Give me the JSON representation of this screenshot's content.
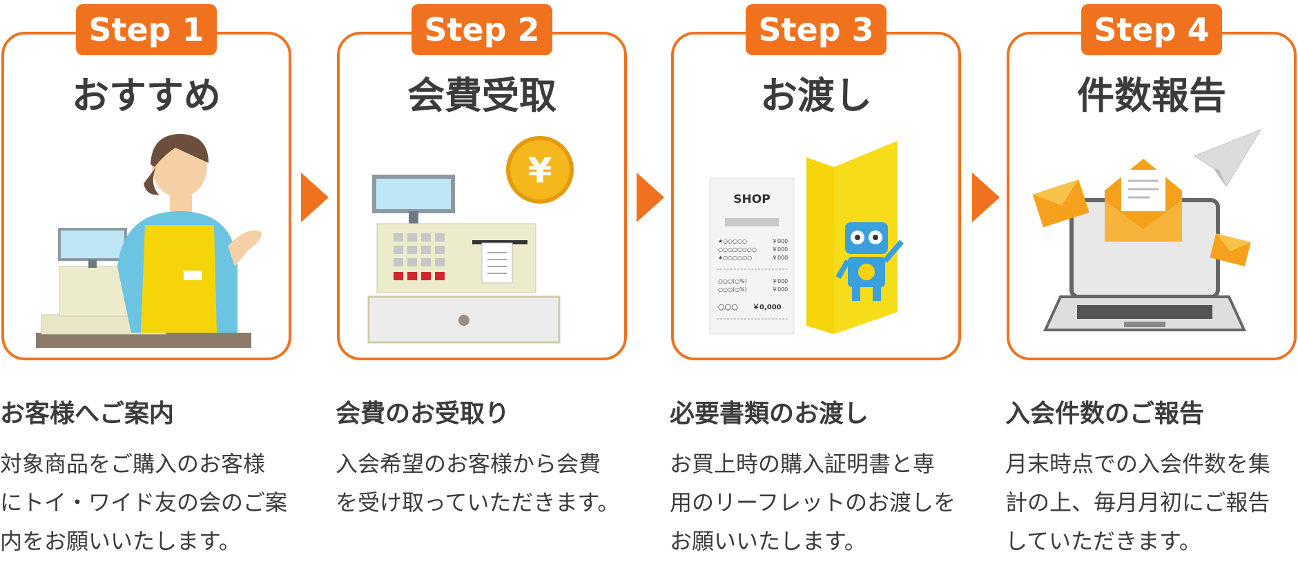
{
  "colors": {
    "accent": "#f0721e",
    "text": "#3b3b3b"
  },
  "steps": [
    {
      "badge": "Step 1",
      "title": "おすすめ",
      "heading": "お客様へご案内",
      "desc": [
        "対象商品をご購入のお客様",
        "にトイ・ワイド友の会のご案",
        "内をお願いいたします。"
      ],
      "illustration": "clerk-at-register"
    },
    {
      "badge": "Step 2",
      "title": "会費受取",
      "heading": "会費のお受取り",
      "desc": [
        "入会希望のお客様から会費",
        "を受け取っていただきます。"
      ],
      "illustration": "cash-register-yen-coin",
      "coin_symbol": "¥"
    },
    {
      "badge": "Step 3",
      "title": "お渡し",
      "heading": "必要書類のお渡し",
      "desc": [
        "お買上時の購入証明書と専",
        "用のリーフレットのお渡しを",
        "お願いいたします。"
      ],
      "illustration": "receipt-and-leaflet",
      "receipt": {
        "shop": "SHOP",
        "lines": [
          {
            "item": "★○○○○○",
            "price": "￥000"
          },
          {
            "item": "○○○○○○○○",
            "price": "￥000"
          },
          {
            "item": "★○○○○○○",
            "price": "￥000"
          },
          {
            "item": "○○○(○%)",
            "price": "￥000"
          },
          {
            "item": "○○○(○%)",
            "price": "￥000"
          }
        ],
        "total_label": "○○○",
        "total_value": "￥0,000"
      }
    },
    {
      "badge": "Step 4",
      "title": "件数報告",
      "heading": "入会件数のご報告",
      "desc": [
        "月末時点での入会件数を集",
        "計の上、毎月月初にご報告",
        "していただきます。"
      ],
      "illustration": "laptop-mail-paper-plane"
    }
  ]
}
